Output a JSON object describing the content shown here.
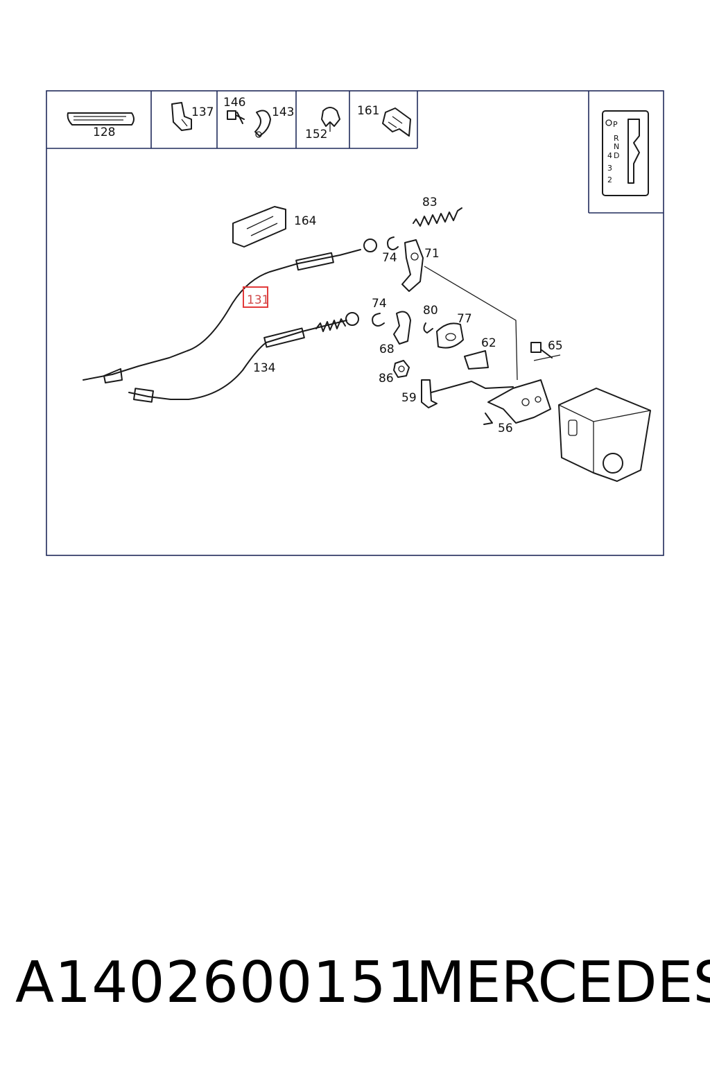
{
  "diagram": {
    "header_parts": [
      "128",
      "137",
      "146",
      "143",
      "152",
      "161"
    ],
    "callouts": {
      "p164": "164",
      "p83": "83",
      "p74a": "74",
      "p71": "71",
      "p131": "131",
      "p74b": "74",
      "p80": "80",
      "p77": "77",
      "p68": "68",
      "p62": "62",
      "p65": "65",
      "p134": "134",
      "p86": "86",
      "p59": "59",
      "p56": "56"
    },
    "highlighted_part": "131",
    "highlight_color": "#e23a3a",
    "gear_indicator": [
      "P",
      "R",
      "N",
      "4",
      "D",
      "3",
      "2"
    ]
  },
  "footer": {
    "part_number": "A1402600151",
    "brand": "MERCEDES"
  }
}
